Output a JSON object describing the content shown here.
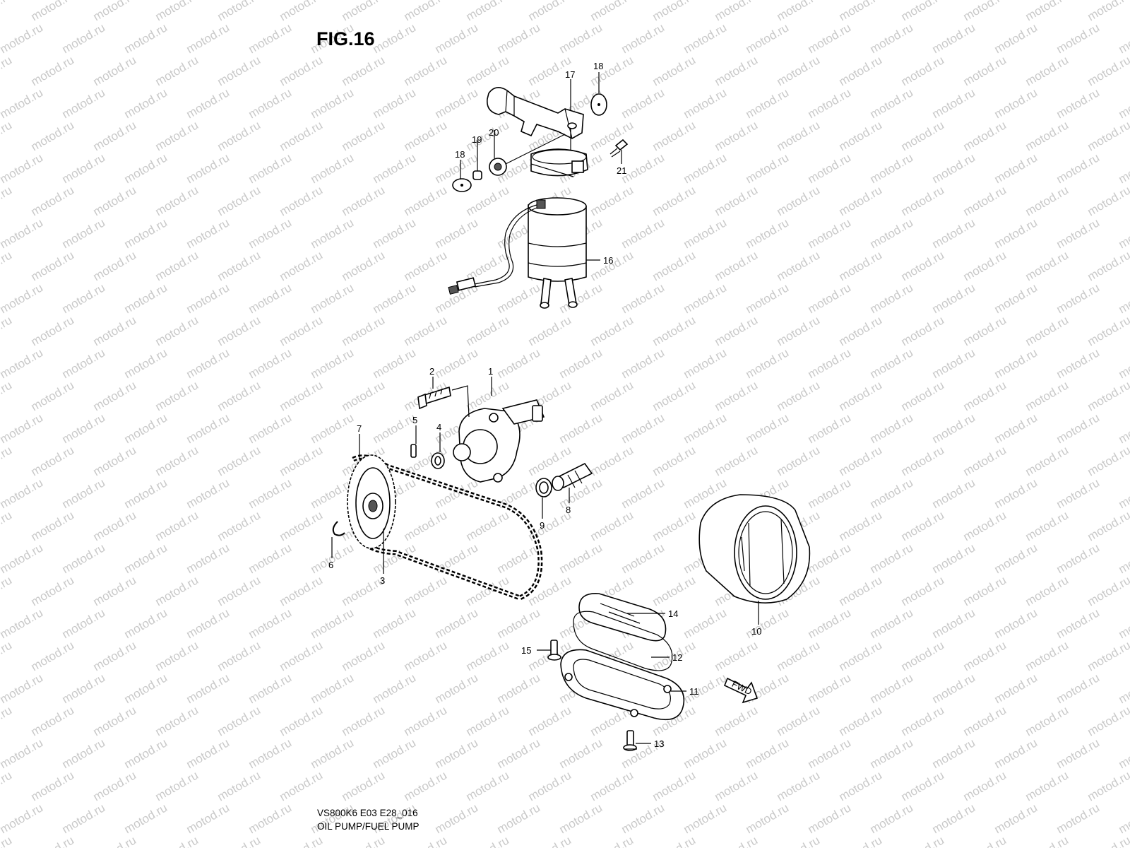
{
  "figure": {
    "title": "FIG.16",
    "code": "VS800K6 E03 E28_016",
    "name": "OIL PUMP/FUEL PUMP",
    "watermark": "motod.ru",
    "fwd_label": "FWD"
  },
  "callouts": [
    "1",
    "2",
    "3",
    "4",
    "5",
    "6",
    "7",
    "8",
    "9",
    "10",
    "11",
    "12",
    "13",
    "14",
    "15",
    "16",
    "17",
    "18",
    "18",
    "19",
    "20",
    "21"
  ],
  "colors": {
    "ink": "#000000",
    "watermark": "#c9c9c9",
    "background": "#ffffff"
  }
}
